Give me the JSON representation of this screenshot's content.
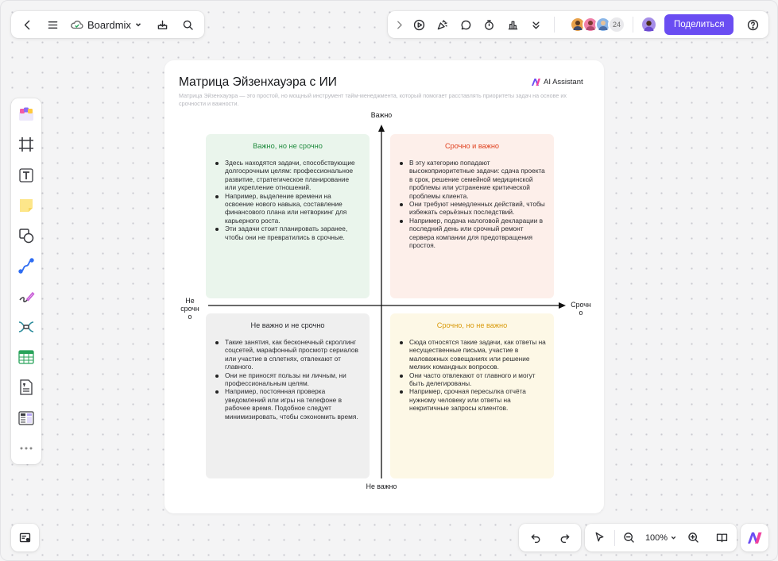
{
  "app": {
    "brand": "Boardmix"
  },
  "toolbar_right": {
    "collaborators_count": "24",
    "share_label": "Поделиться"
  },
  "zoom": {
    "level": "100%"
  },
  "board": {
    "title": "Матрица Эйзенхауэра с ИИ",
    "subtitle": "Матрица Эйзенхауэра — это простой, но мощный инструмент тайм-менеджмента, который помогает расставлять приоритеты задач на основе их срочности и важности.",
    "ai_badge": "AI Assistant",
    "axes": {
      "top": "Важно",
      "bottom": "Не важно",
      "left": "Не срочн о",
      "right": "Срочн о"
    },
    "quadrants": {
      "important_not_urgent": {
        "title": "Важно, но не срочно",
        "color": "#1e8a3c",
        "bg": "#eaf5ec",
        "items": [
          "Здесь находятся задачи, способствующие долгосрочным целям: профессиональное развитие, стратегическое планирование или укрепление отношений.",
          "Например, выделение времени на освоение нового навыка, составление финансового плана или нетворкинг для карьерного роста.",
          "Эти задачи стоит планировать заранее, чтобы они не превратились в срочные."
        ]
      },
      "urgent_important": {
        "title": "Срочно и важно",
        "color": "#e0401e",
        "bg": "#fdefea",
        "items": [
          "В эту категорию попадают высокоприоритетные задачи: сдача проекта в срок, решение семейной медицинской проблемы или устранение критической проблемы клиента.",
          "Они требуют немедленных действий, чтобы избежать серьёзных последствий.",
          "Например, подача налоговой декларации в последний день или срочный ремонт сервера компании для предотвращения простоя."
        ]
      },
      "not_important_not_urgent": {
        "title": "Не важно и не срочно",
        "color": "#2a2b2f",
        "bg": "#efefef",
        "items": [
          "Такие занятия, как бесконечный скроллинг соцсетей, марафонный просмотр сериалов или участие в сплетнях, отвлекают от главного.",
          "Они не приносят пользы ни личным, ни профессиональным целям.",
          "Например, постоянная проверка уведомлений или игры на телефоне в рабочее время. Подобное следует минимизировать, чтобы сэкономить время."
        ]
      },
      "urgent_not_important": {
        "title": "Срочно, но не важно",
        "color": "#d99a0b",
        "bg": "#fdf8e6",
        "items": [
          "Сюда относятся такие задачи, как ответы на несущественные письма, участие в маловажных совещаниях или решение мелких командных вопросов.",
          "Они часто отвлекают от главного и могут быть делегированы.",
          "Например, срочная пересылка отчёта нужному человеку или ответы на некритичные запросы клиентов."
        ]
      }
    }
  }
}
